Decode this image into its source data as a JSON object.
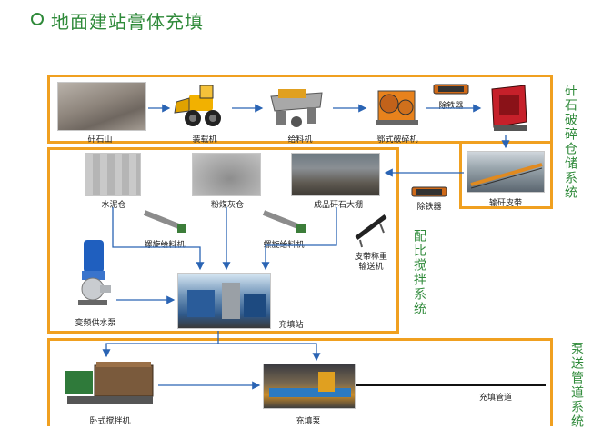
{
  "title": "地面建站膏体充填",
  "systems": {
    "crushing": "矸石破碎仓储系统",
    "mixing": "配比搅拌系统",
    "pumping": "泵送管道系统"
  },
  "nodes": {
    "gangue_hill": "矸石山",
    "loader": "装载机",
    "feeder": "给料机",
    "jaw_crusher": "鄂式破碎机",
    "iron_remover_1": "除铁器",
    "iron_remover_2": "除铁器",
    "belt_conveyor": "输矸皮带",
    "cement_silo": "水泥仓",
    "flyash_silo": "粉煤灰仓",
    "gangue_shed": "成品矸石大棚",
    "screw_feeder_1": "螺旋给料机",
    "screw_feeder_2": "螺旋给料机",
    "belt_scale_line1": "皮带称重",
    "belt_scale_line2": "输送机",
    "water_pump": "变频供水泵",
    "filling_station": "充填站",
    "mixer": "卧式搅拌机",
    "filling_pump": "充填泵",
    "pipeline": "充填管道"
  },
  "colors": {
    "accent_green": "#2f8a3a",
    "frame_orange": "#f0a020",
    "arrow_blue": "#2a64b4"
  }
}
